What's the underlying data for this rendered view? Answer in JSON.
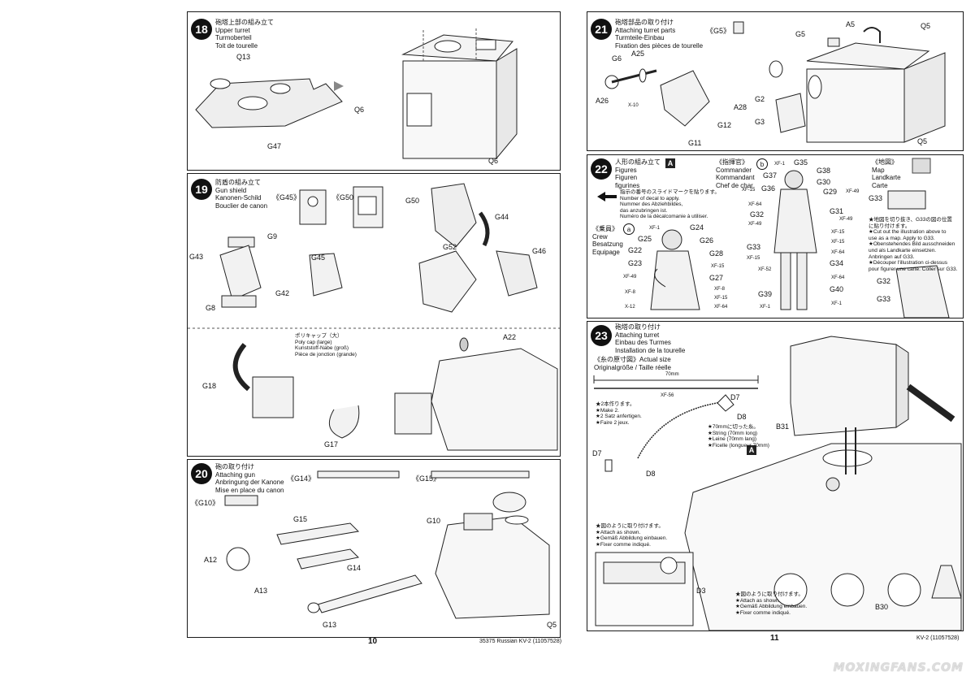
{
  "steps": {
    "s18": {
      "num": "18",
      "titles": [
        "砲塔上部の組み立て",
        "Upper turret",
        "Turmoberteil",
        "Toit de tourelle"
      ],
      "labels": {
        "g13": "Q13",
        "g47": "G47",
        "q6a": "Q6",
        "q6b": "Q6"
      }
    },
    "s19": {
      "num": "19",
      "titles": [
        "防盾の組み立て",
        "Gun shield",
        "Kanonen-Schild",
        "Bouclier de canon"
      ],
      "brackets": {
        "g45": "《G45》",
        "g50": "《G50》"
      },
      "labels": {
        "g9": "G9",
        "g43": "G43",
        "g42": "G42",
        "g8": "G8",
        "g45": "G45",
        "g50": "G50",
        "g44": "G44",
        "g52": "G52",
        "g46": "G46",
        "g18": "G18",
        "g17": "G17",
        "a22": "A22"
      },
      "polycap": [
        "ポリキャップ（大）",
        "Poly cap (large)",
        "Kunststoff-Nabe (groß)",
        "Pièce de jonction (grande)"
      ]
    },
    "s20": {
      "num": "20",
      "titles": [
        "砲の取り付け",
        "Attaching gun",
        "Anbringung der Kanone",
        "Mise en place du canon"
      ],
      "brackets": {
        "g14": "《G14》",
        "g15": "《G15》",
        "g10": "《G10》"
      },
      "labels": {
        "g15": "G15",
        "g10": "G10",
        "a12": "A12",
        "a13": "A13",
        "g14": "G14",
        "g13": "G13",
        "q5": "Q5"
      }
    },
    "s21": {
      "num": "21",
      "titles": [
        "砲塔部品の取り付け",
        "Attaching turret parts",
        "Turmteile-Einbau",
        "Fixation des pièces de tourelle"
      ],
      "brackets": {
        "g5": "《G5》"
      },
      "labels": {
        "a25": "A25",
        "g6": "G6",
        "a26": "A26",
        "x10": "X-10",
        "a28": "A28",
        "g12": "G12",
        "g11": "G11",
        "g5": "G5",
        "a5": "A5",
        "q5a": "Q5",
        "g2": "G2",
        "g3": "G3",
        "q5b": "Q5"
      }
    },
    "s22": {
      "num": "22",
      "titles": [
        "人形の組み立て",
        "Figures",
        "Figuren",
        "figurines"
      ],
      "decal": [
        "指示の番号のスライドマークを貼ります。",
        "Number of decal to apply.",
        "Nummer des Abziehbildes,",
        "das anzubringen ist.",
        "Numéro de la décalcomanie à utiliser."
      ],
      "crew": [
        "《乗員》",
        "Crew",
        "Besatzung",
        "Equipage"
      ],
      "commander": [
        "《指揮官》",
        "Commander",
        "Kommandant",
        "Chef de char"
      ],
      "map": [
        "《地図》",
        "Map",
        "Landkarte",
        "Carte"
      ],
      "mapnote": [
        "★地図を切り抜き、G33の図の位置",
        "に貼り付けます。",
        "★Cut out the illustration above to",
        "use as a map. Apply to G33.",
        "★Obenstehendes Bild ausschneiden",
        "und als Landkarte einsetzen.",
        "Anbringen auf G33.",
        "★Découper l'illustration ci-dessus",
        "pour figurer une carte. Coller sur G33."
      ],
      "crewlabels": {
        "g24": "G24",
        "g25": "G25",
        "g26": "G26",
        "g22": "G22",
        "g23": "G23",
        "g28": "G28",
        "g27": "G27"
      },
      "crewcolors": {
        "xf1": "XF-1",
        "xf15a": "XF-15",
        "xf49": "XF-49",
        "xf8a": "XF-8",
        "xf8b": "XF-8",
        "x12": "X-12",
        "xf15b": "XF-15",
        "xf64": "XF-64"
      },
      "cmdlabels": {
        "g35": "G35",
        "g38": "G38",
        "g37": "G37",
        "g30": "G30",
        "g36": "G36",
        "g29": "G29",
        "g32": "G32",
        "g31": "G31",
        "g33": "G33",
        "g34": "G34",
        "g39": "G39",
        "g40": "G40",
        "g33b": "G33",
        "g32b": "G32",
        "g33c": "G33"
      },
      "cmdcolors": {
        "xf1a": "XF-1",
        "xf15a": "XF-15",
        "xf49a": "XF-49",
        "xf64a": "XF-64",
        "xf49b": "XF-49",
        "xf49c": "XF-49",
        "xf15b": "XF-15",
        "xf52": "XF-52",
        "xf15c": "XF-15",
        "xf64b": "XF-64",
        "xf64c": "XF-64",
        "xf15d": "XF-15",
        "xf1b": "XF-1",
        "xf1c": "XF-1"
      }
    },
    "s23": {
      "num": "23",
      "titles": [
        "砲塔の取り付け",
        "Attaching turret",
        "Einbau des Turmes",
        "Installation de la tourelle"
      ],
      "actual": [
        "《糸の原寸図》Actual size",
        "Originalgröße / Taille réelle"
      ],
      "length": "70mm",
      "make2": [
        "★2本作ります。",
        "★Make 2.",
        "★2 Satz anfertigen.",
        "★Faire 2 jeux."
      ],
      "string": [
        "★70mmに切った糸。",
        "★String (70mm long)",
        "★Leine (70mm lang)",
        "★Ficelle (longueur 70mm)"
      ],
      "attach1": [
        "★図のように取り付けます。",
        "★Attach as shown.",
        "★Gemäß Abbildung einbauen.",
        "★Fixer comme indiqué."
      ],
      "attach2": [
        "★図のように取り付けます。",
        "★Attach as shown.",
        "★Gemäß Abbildung einbauen.",
        "★Fixer comme indiqué."
      ],
      "labels": {
        "xf56": "XF-56",
        "d7a": "D7",
        "d8a": "D8",
        "d7b": "D7",
        "d8b": "D8",
        "b31": "B31",
        "d3": "D3",
        "b30": "B30"
      }
    }
  },
  "footer": {
    "left_page": "10",
    "right_page": "11",
    "left_code": "35375 Russian KV-2 (11057528)",
    "right_code": "KV-2 (11057528)"
  },
  "watermark": "MOXINGFANS.COM"
}
